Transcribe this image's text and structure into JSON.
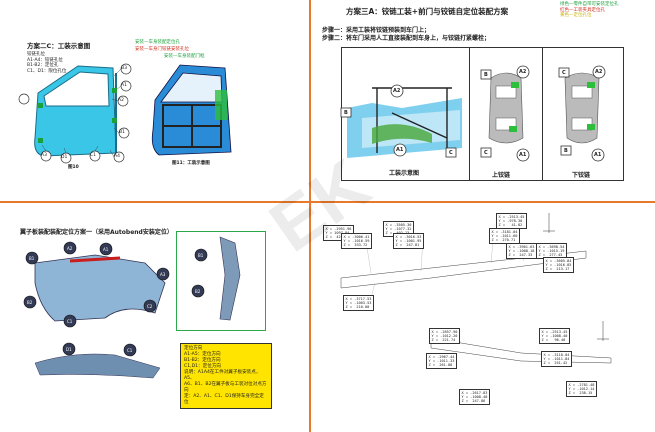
{
  "q2": {
    "title": "方案二C：工装示意图",
    "legend": [
      "铰链孔位",
      "A1-A4：铰链孔位",
      "B1-B2：定位孔",
      "C1、D1：限位孔位"
    ],
    "notes_red": "安装—车身门铰链安装孔位",
    "notes_green1": "安装—车身装配定位孔",
    "notes_green2": "安装—车身装配门框",
    "caption_left": "图10",
    "caption_right": "图11：工装示意图",
    "pins": [
      "B3",
      "A1",
      "A2",
      "B1",
      "A4",
      "A3",
      "D1",
      "C1"
    ]
  },
  "q1": {
    "title": "方案三A：铰链工装+前门与铰链自定位装配方案",
    "step1": "步骤一：采用工装将铰链预装到车门上；",
    "step2": "步骤二：将车门采用人工直接装配到车身上，与铰链打紧螺栓；",
    "legend_top_right": [
      "绿色—零件自带可安装定位孔",
      "红色—工装夹具定位孔",
      "黄色—定位孔位"
    ],
    "caption_main": "工装示意图",
    "caption_upper": "上铰链",
    "caption_lower": "下铰链",
    "pins_main": [
      "A2",
      "B",
      "A1",
      "C"
    ],
    "pins_upper": [
      "B",
      "A2",
      "C",
      "A1"
    ],
    "pins_lower": [
      "C",
      "A2",
      "B",
      "A1"
    ]
  },
  "q3": {
    "title": "翼子板装配装配定位方案一（采用Autobend安装定位）",
    "pins_left": [
      "A2",
      "A1",
      "B1",
      "A3",
      "B2",
      "C1",
      "C2"
    ],
    "pins_right": [
      "B1",
      "B2"
    ],
    "pins_bottom": [
      "D1",
      "C1"
    ],
    "note_lines": [
      "定位方向",
      "A1-A5：定位方向",
      "B1-B2：定位方向",
      "C1,D1：定位方向",
      "说明：A1A4在工件对翼子板安装点，A5、",
      "A6、B1、B2在翼子板与工装对位对点方向",
      "定：A2、A1、C1、D1保持车身完全定位"
    ]
  },
  "q4": {
    "boxes": [
      {
        "lines": [
          "X = -2951.96",
          "Y = 1097.84",
          "Z =  421.71"
        ]
      },
      {
        "lines": [
          "X = -3505.30",
          "Y = -1077.32",
          "Z =  402.13"
        ]
      },
      {
        "lines": [
          "X = -2513.45",
          "Y = -978.30",
          "Z =   41.82"
        ]
      },
      {
        "lines": [
          "X = -3006.41",
          "Y = -1016.59",
          "Z =  333.72"
        ]
      },
      {
        "lines": [
          "X = -3016.53",
          "Y = -1001.95",
          "Z =  247.81"
        ]
      },
      {
        "lines": [
          "X = -3181.04",
          "Y = -1011.60",
          "Z =  270.71"
        ]
      },
      {
        "lines": [
          "X = -3717.53",
          "Y = -1003.53",
          "Z =  210.00"
        ]
      },
      {
        "lines": [
          "X = -3961.63",
          "Y = -1008.18",
          "Z =  247.33"
        ]
      },
      {
        "lines": [
          "X = -3698.54",
          "Y = -1015.19",
          "Z =  277.43"
        ]
      },
      {
        "lines": [
          "X = -3605.84",
          "Y = -1016.85",
          "Z =  213.17"
        ]
      },
      {
        "lines": [
          "X = -2857.90",
          "Y = -1012.20",
          "Z =  221.74"
        ]
      },
      {
        "lines": [
          "X = -2513.45",
          "Y = -1008.40",
          "Z =   96.40"
        ]
      },
      {
        "lines": [
          "X = -2967.44",
          "Y = -1011.33",
          "Z =  261.88"
        ]
      },
      {
        "lines": [
          "X = -3110.04",
          "Y = -1011.84",
          "Z =  251.42"
        ]
      },
      {
        "lines": [
          "X = -2617.83",
          "Y = -1008.48",
          "Z =  247.86"
        ]
      },
      {
        "lines": [
          "X = -2781.48",
          "Y = -1012.14",
          "Z =  238.15"
        ]
      }
    ]
  },
  "watermark": "EK"
}
